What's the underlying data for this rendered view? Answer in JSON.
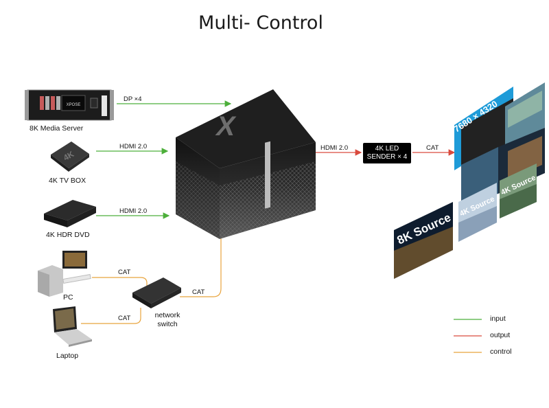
{
  "title": "Multi- Control",
  "sources": {
    "media_server": "8K Media Server",
    "media_server_brand": "XPOSE",
    "tv_box": "4K TV BOX",
    "tv_box_logo": "4K",
    "dvd": "4K HDR DVD",
    "pc": "PC",
    "laptop": "Laptop"
  },
  "connections": {
    "media_server": "DP ×4",
    "tv_box": "HDMI 2.0",
    "dvd": "HDMI 2.0",
    "output_hdmi": "HDMI 2.0",
    "output_cat": "CAT",
    "pc_cat": "CAT",
    "laptop_cat": "CAT",
    "switch_cat": "CAT"
  },
  "processor_mark": "X",
  "switch_label": "network switch",
  "sender": {
    "line1": "4K LED",
    "line2": "SENDER × 4"
  },
  "wall": {
    "resolution": "7680 × 4320",
    "source_8k": "8K Source",
    "source_4k_a": "4K Source",
    "source_4k_b": "4K Source"
  },
  "legend": [
    {
      "label": "input",
      "color": "#4caf3a"
    },
    {
      "label": "output",
      "color": "#d94a3d"
    },
    {
      "label": "control",
      "color": "#e8a33c"
    }
  ]
}
